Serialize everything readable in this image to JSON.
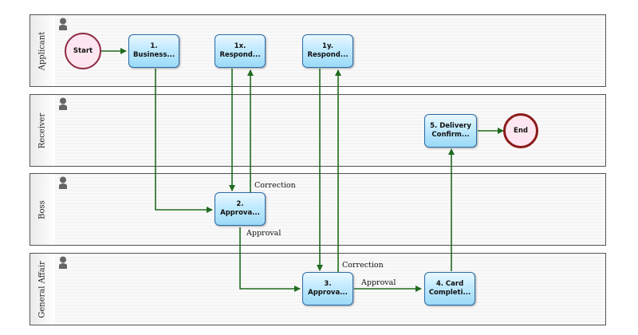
{
  "lanes": [
    {
      "label": "Applicant"
    },
    {
      "label": "Receiver"
    },
    {
      "label": "Boss"
    },
    {
      "label": "General Affair"
    }
  ],
  "events": {
    "start": {
      "label": "Start"
    },
    "end": {
      "label": "End"
    }
  },
  "tasks": {
    "business": {
      "num": "1.",
      "name": "Business..."
    },
    "respond_x": {
      "num": "1x.",
      "name": "Respond..."
    },
    "respond_y": {
      "num": "1y.",
      "name": "Respond..."
    },
    "boss_approval": {
      "num": "2.",
      "name": "Approva..."
    },
    "ga_approval": {
      "num": "3.",
      "name": "Approva..."
    },
    "card": {
      "num": "4. Card",
      "name": "Completi..."
    },
    "delivery": {
      "num": "5. Delivery",
      "name": "Confirm..."
    }
  },
  "edge_labels": {
    "correction_boss": "Correction",
    "approval_boss": "Approval",
    "correction_ga": "Correction",
    "approval_ga": "Approval"
  },
  "colors": {
    "arrow": "#1f6b1f",
    "task_border": "#2a6aa8",
    "event_border": "#8c1a1a"
  }
}
